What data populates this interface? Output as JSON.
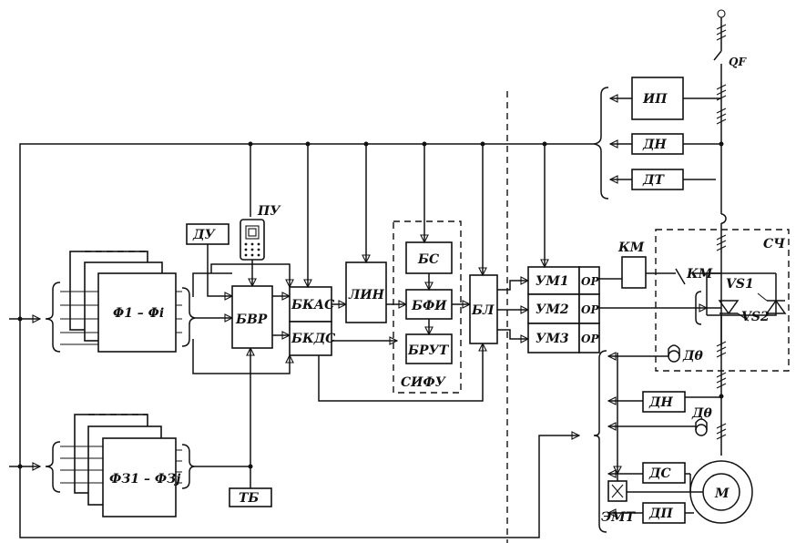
{
  "blocks": {
    "ip": "ИП",
    "dn_top": "ДН",
    "dt": "ДТ",
    "du": "ДУ",
    "pu": "ПУ",
    "bvr": "БВР",
    "bkas": "БКАС",
    "bkds": "БКДС",
    "lin": "ЛИН",
    "bs": "БС",
    "bfi": "БФИ",
    "brut": "БРУТ",
    "sifu": "СИФУ",
    "bl": "БЛ",
    "um1": "УМ1",
    "um2": "УМ2",
    "um3": "УМ3",
    "or1": "ОР",
    "or2": "ОР",
    "or3": "ОР",
    "km_coil": "КМ",
    "km_contact": "КМ",
    "sch": "СЧ",
    "vs1": "VS1",
    "vs2": "VS2",
    "dtheta1": "Дθ",
    "dtheta2": "Дθ",
    "dn_bottom": "ДН",
    "ds": "ДС",
    "dp": "ДП",
    "emt": "ЭМТ",
    "tb": "ТБ",
    "qf": "QF",
    "motor": "М",
    "phi_block": "Φ1 – Φi",
    "phiz_block": "ФЗ1 – ФЗj"
  }
}
